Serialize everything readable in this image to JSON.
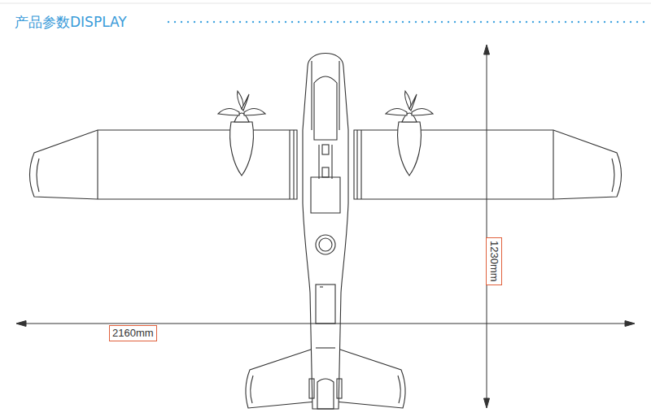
{
  "diagram": {
    "title": "产品参数DISPLAY",
    "labels": [
      "2160mm",
      "1230mm"
    ]
  }
}
